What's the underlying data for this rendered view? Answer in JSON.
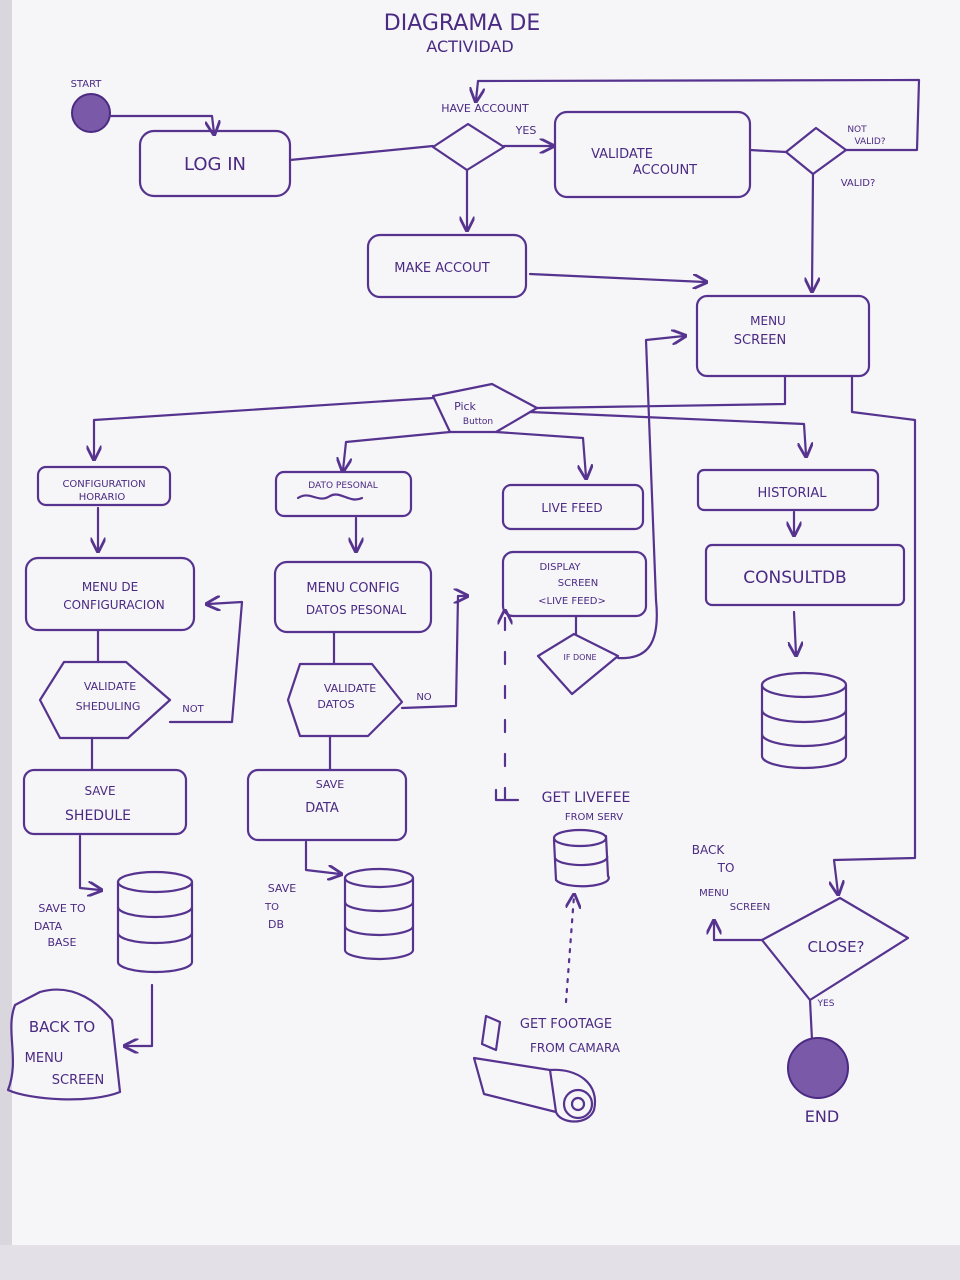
{
  "title": {
    "line1": "DIAGRAMA DE",
    "line2": "ACTIVIDAD"
  },
  "nodes": {
    "start": "START",
    "login": "LOG IN",
    "have_account": "HAVE ACCOUNT",
    "yes_1": "YES",
    "validate_account_1": "VALIDATE",
    "validate_account_2": "ACCOUNT",
    "not_valid_1": "NOT",
    "not_valid_2": "VALID?",
    "valid": "VALID?",
    "make_account": "MAKE ACCOUT",
    "menu_screen_1": "MENU",
    "menu_screen_2": "SCREEN",
    "pick_button_1": "Pick",
    "pick_button_2": "Button",
    "config_horario_1": "CONFIGURATION",
    "config_horario_2": "HORARIO",
    "menu_config_1": "MENU DE",
    "menu_config_2": "CONFIGURACION",
    "validate_sched_1": "VALIDATE",
    "validate_sched_2": "SHEDULING",
    "not_label": "NOT",
    "save_schedule_1": "SAVE",
    "save_schedule_2": "SHEDULE",
    "save_db_1": "SAVE TO",
    "save_db_2": "DATA",
    "save_db_3": "BASE",
    "back_menu_1": "BACK TO",
    "back_menu_2": "MENU",
    "back_menu_3": "SCREEN",
    "datos_personales": "DATO PESONAL",
    "menu_datos_1": "MENU CONFIG",
    "menu_datos_2": "DATOS PESONAL",
    "validate_datos_1": "VALIDATE",
    "validate_datos_2": "DATOS",
    "no_label": "NO",
    "save_data_1": "SAVE",
    "save_data_2": "DATA",
    "save_to_db_1": "SAVE",
    "save_to_db_2": "TO",
    "save_to_db_3": "DB",
    "live_feed": "LIVE FEED",
    "display_screen_1": "DISPLAY",
    "display_screen_2": "SCREEN",
    "display_screen_3": "<LIVE FEED>",
    "if_done": "IF DONE",
    "get_livefeed_1": "GET LIVEFEE",
    "get_livefeed_2": "FROM SERV",
    "get_footage_1": "GET FOOTAGE",
    "get_footage_2": "FROM CAMARA",
    "historial": "HISTORIAL",
    "consult_db": "CONSULTDB",
    "back_to_menu_1": "BACK",
    "back_to_menu_2": "TO",
    "back_to_menu_3": "MENU",
    "back_to_menu_4": "SCREEN",
    "close": "CLOSE?",
    "yes_2": "YES",
    "end": "END"
  },
  "colors": {
    "paper": "#f7f6f8",
    "ink": "#55338f",
    "shadow": "#d9d6de"
  }
}
